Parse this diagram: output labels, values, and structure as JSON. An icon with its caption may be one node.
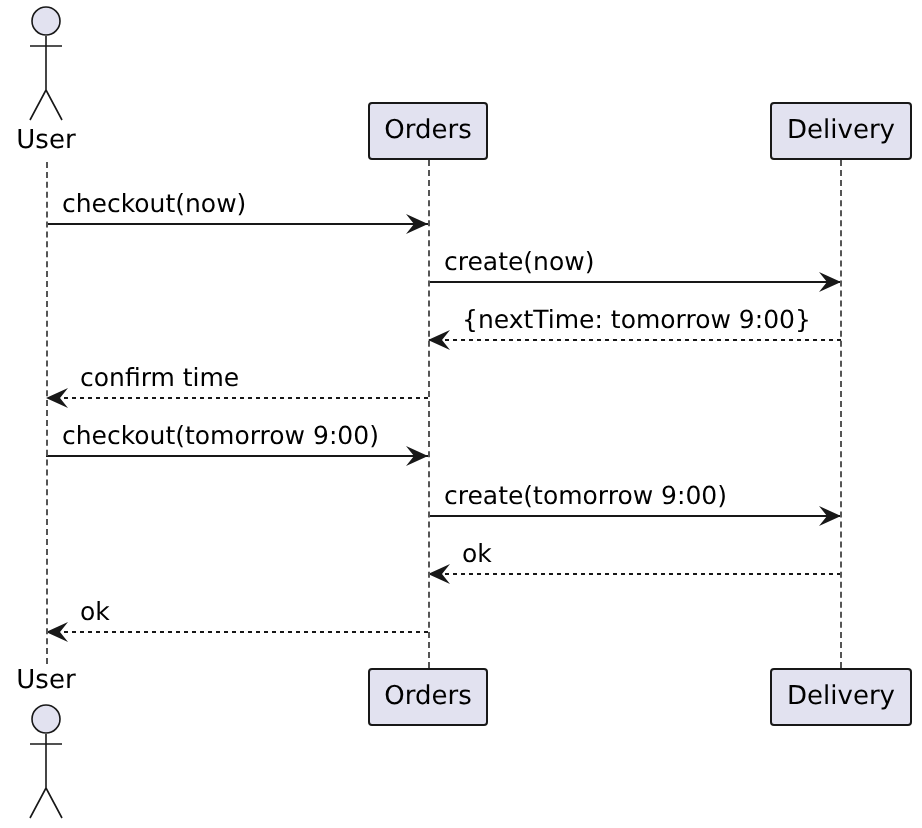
{
  "diagram": {
    "nodes": [
      {
        "text": [
          "User"
        ]
      },
      {
        "text": [
          "Orders"
        ]
      },
      {
        "text": [
          "Delivery"
        ]
      },
      {
        "text": [],
        "shape": "line"
      },
      {
        "text": [],
        "shape": "line"
      },
      {
        "text": [],
        "shape": "line"
      },
      {
        "text": [
          "User"
        ]
      },
      {
        "text": [
          "Orders"
        ]
      },
      {
        "text": [
          "Delivery"
        ]
      }
    ],
    "edges": [
      {
        "from": 3,
        "to": 4,
        "arrow": "to",
        "label": "checkout(now)"
      },
      {
        "from": 4,
        "to": 5,
        "arrow": "to",
        "label": "create(now)"
      },
      {
        "from": 5,
        "to": 4,
        "arrow": "to",
        "label": "{nextTime: tomorrow 9:00}",
        "style": "dashed"
      },
      {
        "from": 4,
        "to": 3,
        "arrow": "to",
        "label": "confirm time",
        "style": "dashed"
      },
      {
        "from": 3,
        "to": 4,
        "arrow": "to",
        "label": "checkout(tomorrow 9:00)"
      },
      {
        "from": 4,
        "to": 5,
        "arrow": "to",
        "label": "create(tomorrow 9:00)"
      },
      {
        "from": 5,
        "to": 4,
        "arrow": "to",
        "label": "ok",
        "style": "dashed"
      },
      {
        "from": 4,
        "to": 3,
        "arrow": "to",
        "label": "ok",
        "style": "dashed"
      }
    ]
  }
}
